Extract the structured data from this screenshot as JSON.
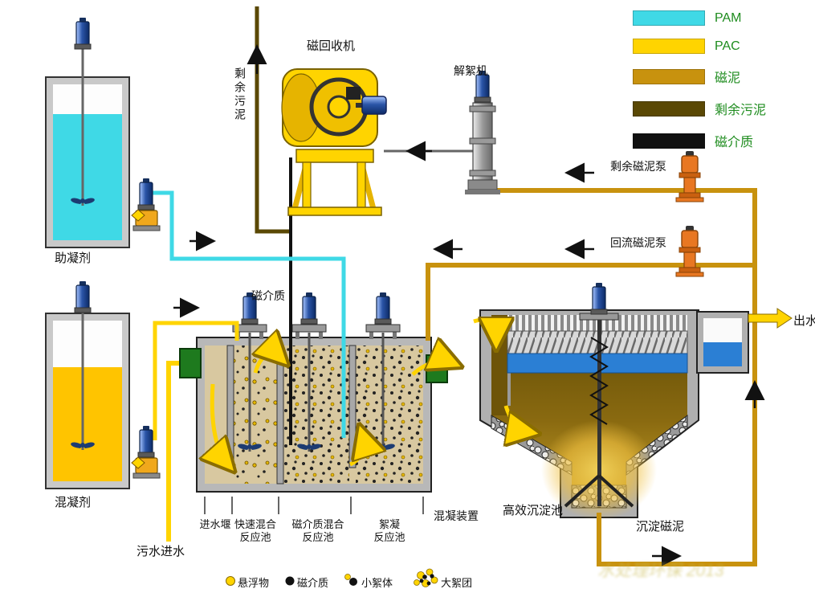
{
  "legend": {
    "items": [
      {
        "label": "PAM",
        "color": "#3FD9E6"
      },
      {
        "label": "PAC",
        "color": "#FFD400"
      },
      {
        "label": "磁泥",
        "color": "#C8920E"
      },
      {
        "label": "剩余污泥",
        "color": "#5A4804"
      },
      {
        "label": "磁介质",
        "color": "#111111"
      }
    ],
    "text_color": "#1E8C1E"
  },
  "labels": {
    "magnetic_recovery": "磁回收机",
    "deflocculator": "解絮机",
    "excess_sludge": "剩余污泥",
    "excess_mud_pump": "剩余磁泥泵",
    "return_mud_pump": "回流磁泥泵",
    "coagulant_aid": "助凝剂",
    "coagulant": "混凝剂",
    "magnetic_medium": "磁介质",
    "sedimentation_tank": "高效沉淀池",
    "sediment_mud": "沉淀磁泥",
    "effluent": "出水",
    "influent": "污水进水"
  },
  "compartments": {
    "inlet_weir": "进水堰",
    "rapid_mix_line1": "快速混合",
    "rapid_mix_line2": "反应池",
    "medium_mix_line1": "磁介质混合",
    "medium_mix_line2": "反应池",
    "floc_line1": "絮凝",
    "floc_line2": "反应池",
    "unit": "混凝装置"
  },
  "bottom_legend": {
    "suspended": "悬浮物",
    "medium": "磁介质",
    "small_floc": "小絮体",
    "large_floc": "大絮团"
  },
  "watermark": "水处理环保 2013"
}
